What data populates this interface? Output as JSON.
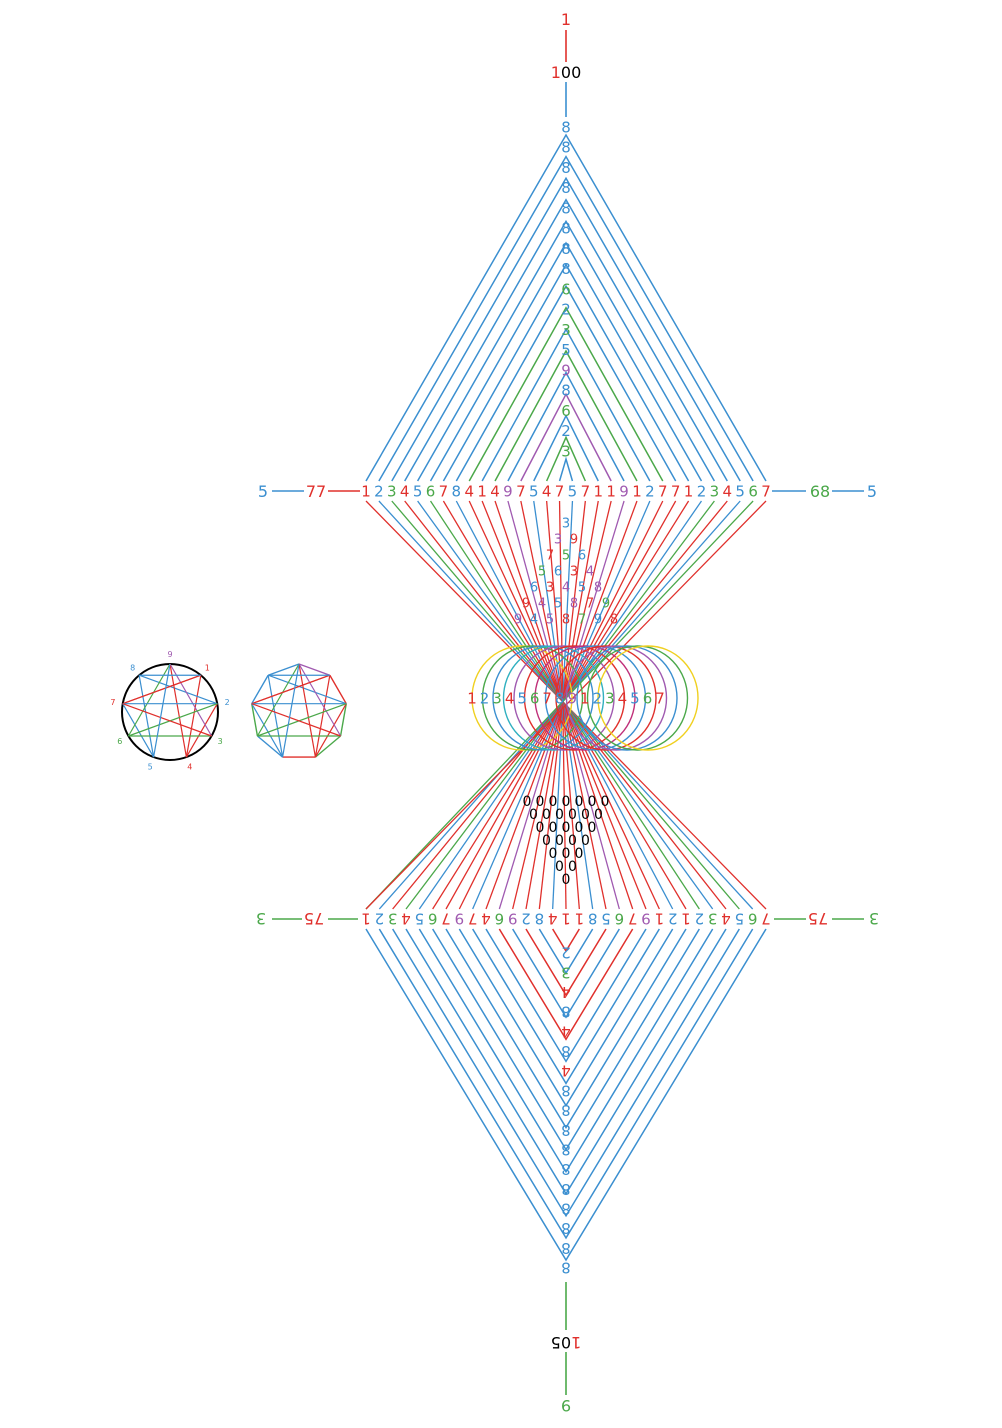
{
  "colors": {
    "blue": "#3b8fd0",
    "red": "#e0302c",
    "green": "#4ba84a",
    "purple": "#a05ab0",
    "black": "#000000",
    "yellow": "#f0d020",
    "cyan": "#30b0c0",
    "magenta": "#c0307a"
  },
  "top_stem": {
    "top_label": "1",
    "number_red": "1",
    "number_black": "00"
  },
  "bottom_stem": {
    "bottom_label": "9",
    "number_red": "1",
    "number_black": "05"
  },
  "upper_row": {
    "left_outer": "5",
    "left_inner": "77",
    "right_inner": "68",
    "right_outer": "5",
    "digits": [
      {
        "t": "1",
        "c": "red"
      },
      {
        "t": "2",
        "c": "blue"
      },
      {
        "t": "3",
        "c": "green"
      },
      {
        "t": "4",
        "c": "red"
      },
      {
        "t": "5",
        "c": "blue"
      },
      {
        "t": "6",
        "c": "green"
      },
      {
        "t": "7",
        "c": "red"
      },
      {
        "t": "8",
        "c": "blue"
      },
      {
        "t": "4",
        "c": "red"
      },
      {
        "t": "1",
        "c": "red"
      },
      {
        "t": "4",
        "c": "red"
      },
      {
        "t": "9",
        "c": "purple"
      },
      {
        "t": "7",
        "c": "red"
      },
      {
        "t": "5",
        "c": "blue"
      },
      {
        "t": "4",
        "c": "red"
      },
      {
        "t": "7",
        "c": "red"
      },
      {
        "t": "5",
        "c": "blue"
      },
      {
        "t": "7",
        "c": "red"
      },
      {
        "t": "1",
        "c": "red"
      },
      {
        "t": "1",
        "c": "red"
      },
      {
        "t": "9",
        "c": "purple"
      },
      {
        "t": "1",
        "c": "red"
      },
      {
        "t": "2",
        "c": "blue"
      },
      {
        "t": "7",
        "c": "red"
      },
      {
        "t": "7",
        "c": "red"
      },
      {
        "t": "1",
        "c": "red"
      },
      {
        "t": "2",
        "c": "blue"
      },
      {
        "t": "3",
        "c": "green"
      },
      {
        "t": "4",
        "c": "red"
      },
      {
        "t": "5",
        "c": "blue"
      },
      {
        "t": "6",
        "c": "green"
      },
      {
        "t": "7",
        "c": "red"
      }
    ]
  },
  "lower_row": {
    "left_outer": "3",
    "left_inner": "75",
    "right_inner": "75",
    "right_outer": "3",
    "digits": [
      {
        "t": "1",
        "c": "red"
      },
      {
        "t": "2",
        "c": "blue"
      },
      {
        "t": "3",
        "c": "green"
      },
      {
        "t": "4",
        "c": "red"
      },
      {
        "t": "5",
        "c": "blue"
      },
      {
        "t": "6",
        "c": "green"
      },
      {
        "t": "7",
        "c": "red"
      },
      {
        "t": "9",
        "c": "purple"
      },
      {
        "t": "7",
        "c": "red"
      },
      {
        "t": "4",
        "c": "red"
      },
      {
        "t": "6",
        "c": "green"
      },
      {
        "t": "9",
        "c": "purple"
      },
      {
        "t": "2",
        "c": "blue"
      },
      {
        "t": "8",
        "c": "blue"
      },
      {
        "t": "4",
        "c": "red"
      },
      {
        "t": "1",
        "c": "red"
      },
      {
        "t": "1",
        "c": "red"
      },
      {
        "t": "8",
        "c": "blue"
      },
      {
        "t": "5",
        "c": "blue"
      },
      {
        "t": "6",
        "c": "green"
      },
      {
        "t": "7",
        "c": "red"
      },
      {
        "t": "9",
        "c": "purple"
      },
      {
        "t": "1",
        "c": "red"
      },
      {
        "t": "2",
        "c": "blue"
      },
      {
        "t": "1",
        "c": "red"
      },
      {
        "t": "2",
        "c": "blue"
      },
      {
        "t": "3",
        "c": "green"
      },
      {
        "t": "4",
        "c": "red"
      },
      {
        "t": "5",
        "c": "blue"
      },
      {
        "t": "6",
        "c": "green"
      },
      {
        "t": "7",
        "c": "red"
      }
    ]
  },
  "upper_spine": [
    {
      "t": "8",
      "c": "blue"
    },
    {
      "t": "8",
      "c": "blue"
    },
    {
      "t": "8",
      "c": "blue"
    },
    {
      "t": "8",
      "c": "blue"
    },
    {
      "t": "8",
      "c": "blue"
    },
    {
      "t": "8",
      "c": "blue"
    },
    {
      "t": "8",
      "c": "blue"
    },
    {
      "t": "8",
      "c": "blue"
    },
    {
      "t": "6",
      "c": "green"
    },
    {
      "t": "2",
      "c": "blue"
    },
    {
      "t": "3",
      "c": "green"
    },
    {
      "t": "5",
      "c": "blue"
    },
    {
      "t": "9",
      "c": "purple"
    },
    {
      "t": "8",
      "c": "blue"
    },
    {
      "t": "6",
      "c": "green"
    },
    {
      "t": "2",
      "c": "blue"
    },
    {
      "t": "3",
      "c": "green"
    }
  ],
  "lower_spine": [
    {
      "t": "2",
      "c": "blue"
    },
    {
      "t": "3",
      "c": "green"
    },
    {
      "t": "4",
      "c": "red"
    },
    {
      "t": "8",
      "c": "blue"
    },
    {
      "t": "4",
      "c": "red"
    },
    {
      "t": "8",
      "c": "blue"
    },
    {
      "t": "4",
      "c": "red"
    },
    {
      "t": "8",
      "c": "blue"
    },
    {
      "t": "8",
      "c": "blue"
    },
    {
      "t": "8",
      "c": "blue"
    },
    {
      "t": "8",
      "c": "blue"
    },
    {
      "t": "8",
      "c": "blue"
    },
    {
      "t": "8",
      "c": "blue"
    },
    {
      "t": "8",
      "c": "blue"
    },
    {
      "t": "8",
      "c": "blue"
    },
    {
      "t": "8",
      "c": "blue"
    },
    {
      "t": "8",
      "c": "blue"
    }
  ],
  "middle_row": {
    "digits": [
      {
        "t": "1",
        "c": "red"
      },
      {
        "t": "2",
        "c": "blue"
      },
      {
        "t": "3",
        "c": "green"
      },
      {
        "t": "4",
        "c": "red"
      },
      {
        "t": "5",
        "c": "blue"
      },
      {
        "t": "6",
        "c": "green"
      },
      {
        "t": "7",
        "c": "red"
      },
      {
        "t": "8",
        "c": "blue"
      },
      {
        "t": "9",
        "c": "purple"
      },
      {
        "t": "1",
        "c": "red"
      },
      {
        "t": "2",
        "c": "blue"
      },
      {
        "t": "3",
        "c": "green"
      },
      {
        "t": "4",
        "c": "red"
      },
      {
        "t": "5",
        "c": "blue"
      },
      {
        "t": "6",
        "c": "green"
      },
      {
        "t": "7",
        "c": "red"
      }
    ]
  },
  "upper_triangle_rows": [
    [
      "3"
    ],
    [
      "3",
      "9"
    ],
    [
      "7",
      "5",
      "6"
    ],
    [
      "5",
      "6",
      "3",
      "4"
    ],
    [
      "6",
      "3",
      "4",
      "5",
      "8"
    ],
    [
      "9",
      "4",
      "5",
      "8",
      "7",
      "9"
    ],
    [
      "9",
      "4",
      "5",
      "8",
      "7",
      "9",
      "8"
    ]
  ],
  "lower_triangle_rows": [
    [
      "0",
      "0",
      "0",
      "0",
      "0",
      "0",
      "0"
    ],
    [
      "0",
      "0",
      "0",
      "0",
      "0",
      "0"
    ],
    [
      "0",
      "0",
      "0",
      "0",
      "0"
    ],
    [
      "0",
      "0",
      "0",
      "0"
    ],
    [
      "0",
      "0",
      "0"
    ],
    [
      "0",
      "0"
    ],
    [
      "0"
    ]
  ],
  "circle_diagram": {
    "labels": [
      {
        "t": "1",
        "c": "red"
      },
      {
        "t": "2",
        "c": "blue"
      },
      {
        "t": "3",
        "c": "green"
      },
      {
        "t": "4",
        "c": "red"
      },
      {
        "t": "5",
        "c": "blue"
      },
      {
        "t": "6",
        "c": "green"
      },
      {
        "t": "7",
        "c": "red"
      },
      {
        "t": "8",
        "c": "blue"
      },
      {
        "t": "9",
        "c": "purple"
      }
    ]
  }
}
